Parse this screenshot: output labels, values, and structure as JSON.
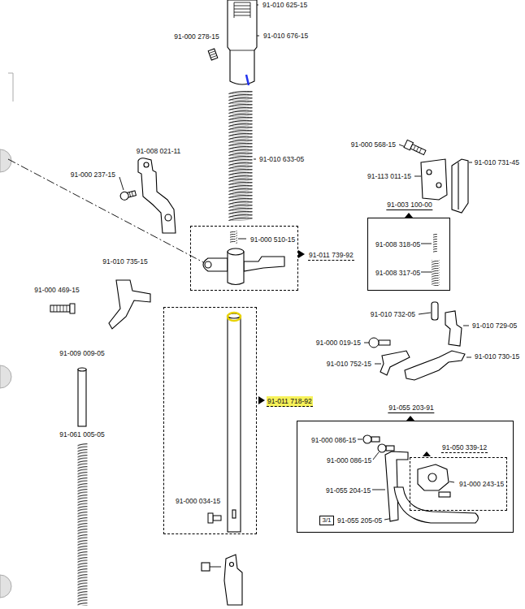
{
  "diagram": {
    "nodes": [
      {
        "text": [
          "91-011 739-92",
          "91-000 510-15"
        ]
      },
      {
        "text": [
          "91-003 100-00",
          "91-008 318-05",
          "91-008 317-05"
        ]
      },
      {
        "text": [
          "91-011 718-92",
          "91-000 034-15"
        ]
      },
      {
        "text": [
          "91-055 203-91",
          "91-000 086-15",
          "91-000 086-15",
          "91-055 204-15",
          "91-055 205-05"
        ]
      },
      {
        "text": [
          "3/1"
        ],
        "in": 3
      },
      {
        "text": [
          "91-050 339-12",
          "91-000 243-15"
        ],
        "in": 3
      }
    ],
    "labels": [
      "91-010 625-15",
      "91-000 278-15",
      "91-010 676-15",
      "91-000 568-15",
      "91-008 021-11",
      "91-010 633-05",
      "91-010 731-45",
      "91-000 237-15",
      "91-113 011-15",
      "91-010 735-15",
      "91-000 469-15",
      "91-010 732-05",
      "91-010 729-05",
      "91-000 019-15",
      "91-009 009-05",
      "91-010 752-15",
      "91-010 730-15",
      "91-061 005-05"
    ]
  }
}
